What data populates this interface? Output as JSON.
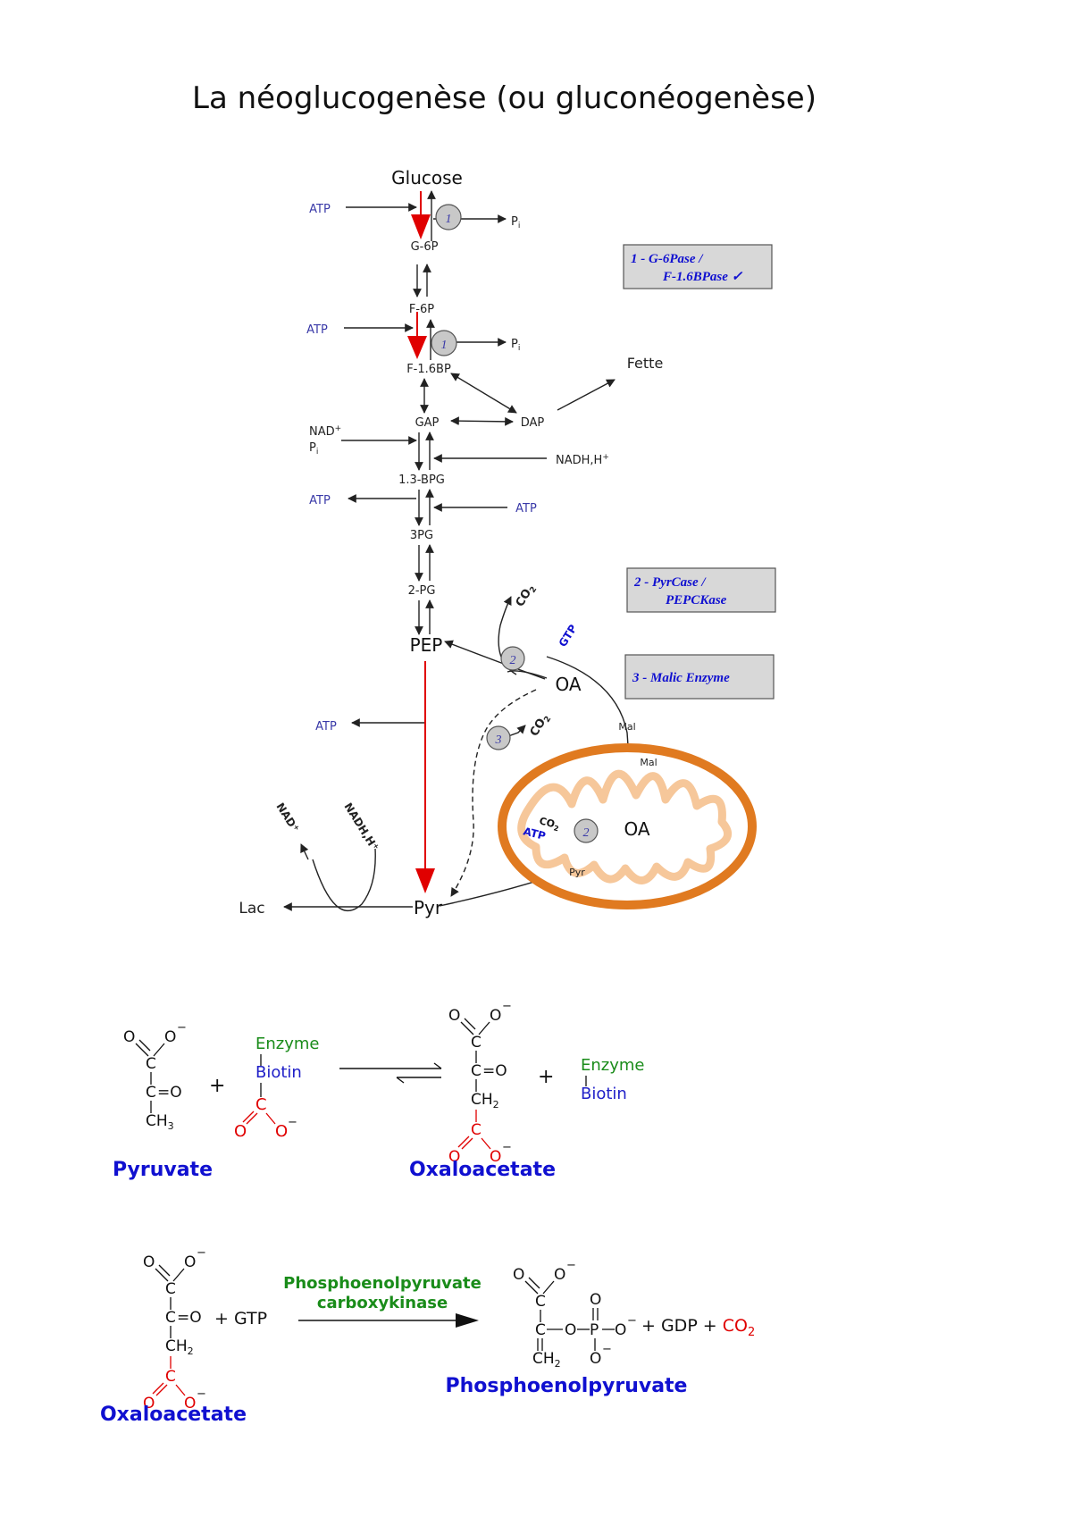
{
  "title": "La néoglucogenèse (ou gluconéogenèse)",
  "colors": {
    "accent_red": "#e00000",
    "cofactor_blue": "#3a3aa8",
    "label_blue": "#1010d0",
    "enzyme_green": "#1a8c1a",
    "mito_orange": "#e07a20",
    "mito_inner": "#f6c79a",
    "box_fill": "#d8d8d8"
  },
  "pathway": {
    "glucose": "Glucose",
    "g6p": "G-6P",
    "f6p": "F-6P",
    "f16bp": "F-1.6BP",
    "gap": "GAP",
    "dap": "DAP",
    "fette": "Fette",
    "bpg13": "1.3-BPG",
    "pg3": "3PG",
    "pg2": "2-PG",
    "pep": "PEP",
    "pyr": "Pyr",
    "lac": "Lac",
    "oa": "OA",
    "mal": "Mal",
    "oa_mito": "OA",
    "pyr_mito": "Pyr",
    "mal_mito": "Mal",
    "atp": "ATP",
    "pi": "P",
    "pi_sub": "i",
    "nad_plus": "NAD",
    "nadh": "NADH,H",
    "co2": "CO",
    "co2_sub": "2",
    "gtp": "GTP",
    "enzyme_1": "1",
    "enzyme_2": "2",
    "enzyme_3": "3",
    "plus": "+"
  },
  "legend": [
    {
      "line1": "1 -  G-6Pase  /",
      "line2": "F-1.6BPase ✓"
    },
    {
      "line1": "2 -  PyrCase  /",
      "line2": "PEPCKase"
    },
    {
      "line1": "3 -  Malic Enzyme",
      "line2": ""
    }
  ],
  "reaction1": {
    "o": "O",
    "o_minus": "O",
    "c": "C",
    "ch3": "CH",
    "ch3_sub": "3",
    "ch2": "CH",
    "ch2_sub": "2",
    "eq_o": "=O",
    "enzyme": "Enzyme",
    "biotin": "Biotin",
    "plus": "+",
    "minus": "−",
    "pyruvate": "Pyruvate",
    "oxaloacetate": "Oxaloacetate"
  },
  "reaction2": {
    "o": "O",
    "c": "C",
    "p": "P",
    "ch2": "CH",
    "ch2_sub": "2",
    "eq_o": "=O",
    "minus": "−",
    "plus_gtp": "+  GTP",
    "enzyme_line1": "Phosphoenolpyruvate",
    "enzyme_line2": "carboxykinase",
    "products": "+ GDP + ",
    "co2": "CO",
    "co2_sub": "2",
    "oxaloacetate": "Oxaloacetate",
    "phosphoenolpyruvate": "Phosphoenolpyruvate"
  }
}
